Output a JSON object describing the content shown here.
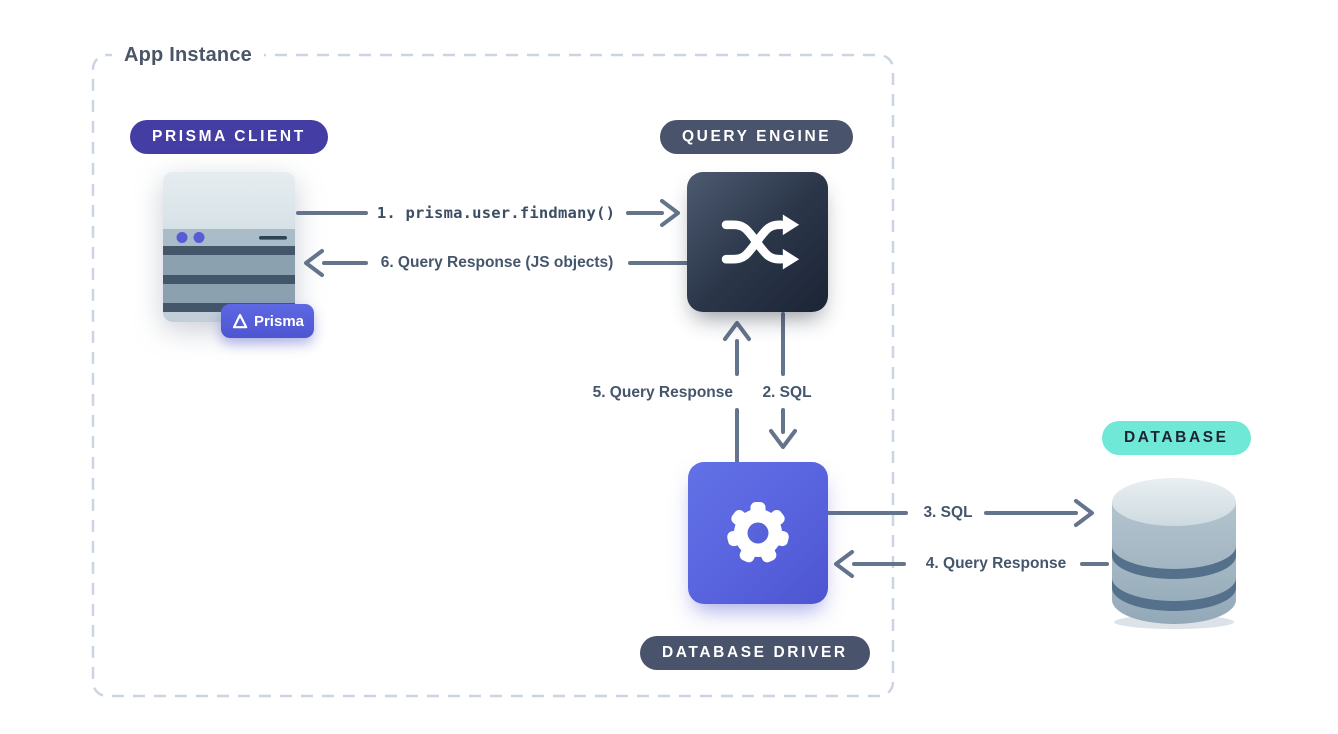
{
  "diagram": {
    "title": "App Instance",
    "badges": {
      "prisma_client": "PRISMA CLIENT",
      "query_engine": "QUERY ENGINE",
      "database_driver": "DATABASE DRIVER",
      "database": "DATABASE"
    },
    "prisma_logo_label": "Prisma",
    "arrows": {
      "step1": "1. prisma.user.findmany()",
      "step2": "2. SQL",
      "step3": "3. SQL",
      "step4": "4. Query Response",
      "step5": "5. Query Response",
      "step6": "6. Query Response (JS objects)"
    },
    "colors": {
      "indigo_badge": "#443DA4",
      "dark_badge": "#49536B",
      "teal_badge": "#70E8D7",
      "arrow_line": "#64748B",
      "driver_blue": "#5A66E0",
      "engine_dark": "#1B2435",
      "dashed_border": "#CBD5E1"
    }
  }
}
